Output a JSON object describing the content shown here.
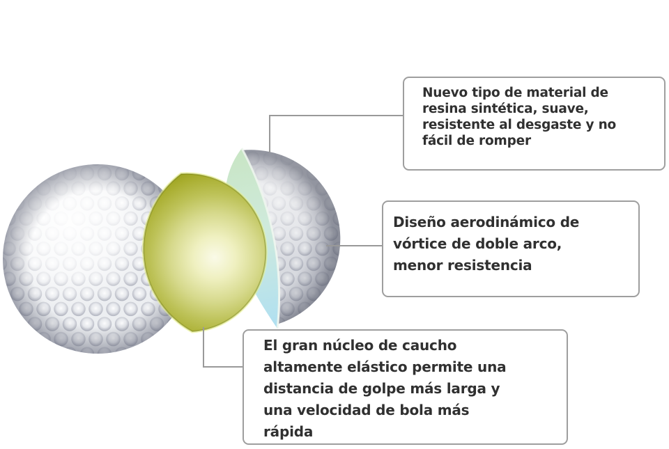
{
  "callouts": {
    "cover": {
      "text": "Nuevo tipo de material de\nresina sintética, suave,\nresistente al desgaste y no\nfácil de romper"
    },
    "aero": {
      "text": "Diseño aerodinámico de\nvórtice de doble arco,\nmenor resistencia"
    },
    "core": {
      "text": "El gran núcleo de caucho\naltamente elástico permite una\ndistancia de golpe más larga y\nuna velocidad de bola más\nrápida"
    }
  },
  "illustration": {
    "parts": [
      "white-dimpled-outer-half",
      "olive-rubber-core",
      "green-blue-mantle-layer",
      "dimpled-shell-half"
    ]
  },
  "colors": {
    "line": "#999999",
    "box_border": "#9e9e9e",
    "text": "#303030",
    "bg": "#ffffff",
    "core_olive": "#a8ad2e",
    "core_highlight": "#fafae8",
    "mantle_green": "#c8e5c3",
    "mantle_blue": "#aedff2",
    "ball_gray": "#eceef1"
  }
}
